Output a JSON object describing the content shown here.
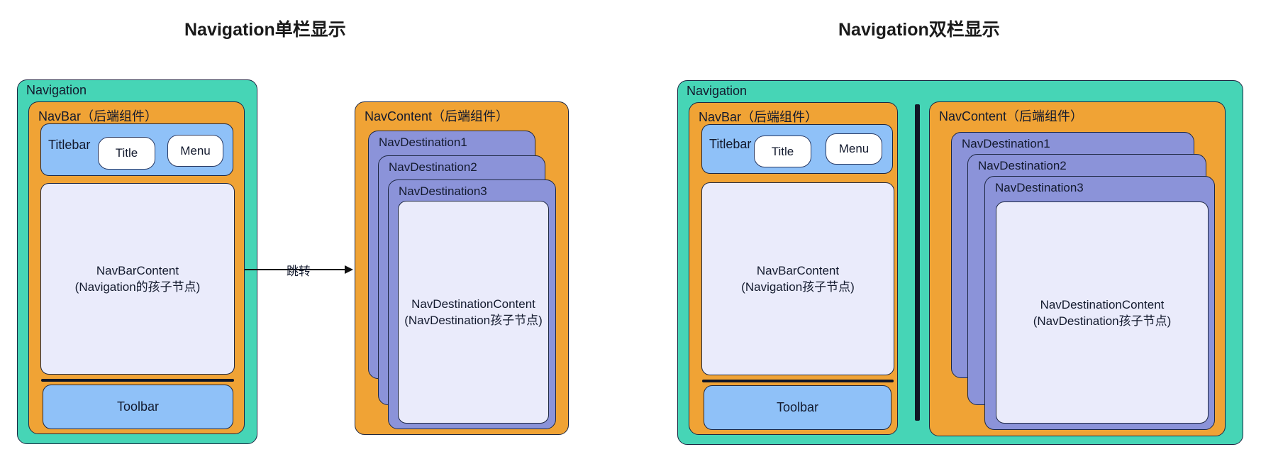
{
  "colors": {
    "teal": "#46d5b6",
    "orange": "#f0a335",
    "blue": "#8fc1f8",
    "purple": "#8b93d9",
    "lavender": "#eaebfb",
    "border": "#1d2742",
    "ink": "#131a2e",
    "divider": "#101626",
    "arrow": "#111111",
    "title_ink": "#1a1a1a",
    "button_bg": "#ffffff"
  },
  "left": {
    "title": "Navigation单栏显示",
    "navigation_label": "Navigation",
    "navbar": {
      "label": "NavBar（后端组件）",
      "titlebar": {
        "label": "Titlebar",
        "title_button": "Title",
        "menu_button": "Menu"
      },
      "content_line1": "NavBarContent",
      "content_line2": "(Navigation的孩子节点)",
      "toolbar_label": "Toolbar"
    },
    "arrow_label": "跳转",
    "navcontent": {
      "label": "NavContent（后端组件）",
      "destinations": [
        "NavDestination1",
        "NavDestination2",
        "NavDestination3"
      ],
      "content_line1": "NavDestinationContent",
      "content_line2": "(NavDestination孩子节点)"
    }
  },
  "right": {
    "title": "Navigation双栏显示",
    "navigation_label": "Navigation",
    "navbar": {
      "label": "NavBar（后端组件）",
      "titlebar": {
        "label": "Titlebar",
        "title_button": "Title",
        "menu_button": "Menu"
      },
      "content_line1": "NavBarContent",
      "content_line2": "(Navigation孩子节点)",
      "toolbar_label": "Toolbar"
    },
    "navcontent": {
      "label": "NavContent（后端组件）",
      "destinations": [
        "NavDestination1",
        "NavDestination2",
        "NavDestination3"
      ],
      "content_line1": "NavDestinationContent",
      "content_line2": "(NavDestination孩子节点)"
    }
  }
}
